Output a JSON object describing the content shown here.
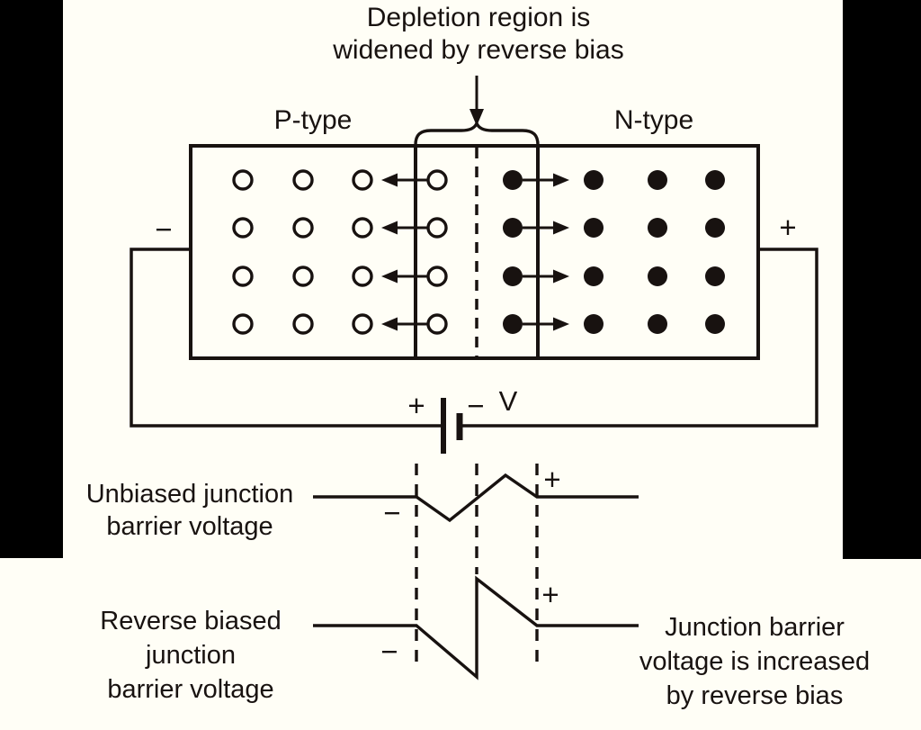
{
  "colors": {
    "ink": "#181210",
    "background": "#fffef6",
    "bar": "#000000"
  },
  "title": {
    "line1": "Depletion region is",
    "line2": "widened by reverse bias"
  },
  "regions": {
    "p_label": "P-type",
    "n_label": "N-type"
  },
  "terminals": {
    "left_sign": "−",
    "right_sign": "+"
  },
  "battery": {
    "plus_sign": "+",
    "minus_sign": "−",
    "label": "V"
  },
  "waveform_unbiased": {
    "label_line1": "Unbiased junction",
    "label_line2": "barrier voltage",
    "minus_sign": "−",
    "plus_sign": "+"
  },
  "waveform_reverse": {
    "label_line1": "Reverse biased",
    "label_line2": "junction",
    "label_line3": "barrier voltage",
    "minus_sign": "−",
    "plus_sign": "+"
  },
  "note": {
    "line1": "Junction barrier",
    "line2": "voltage is increased",
    "line3": "by reverse bias"
  }
}
